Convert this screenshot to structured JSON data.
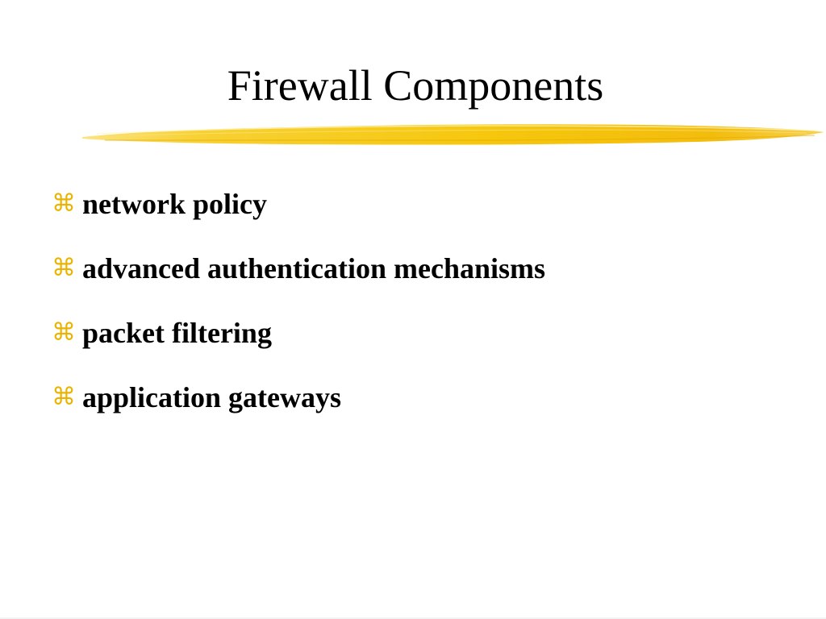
{
  "slide": {
    "title": "Firewall Components",
    "bullet_icon": "place-of-interest-sign",
    "bullet_char": "⌘",
    "bullet_color": "#e8b400",
    "underline_color": "#f5c400",
    "bullets": [
      {
        "text": "network policy"
      },
      {
        "text": "advanced authentication mechanisms"
      },
      {
        "text": "packet filtering"
      },
      {
        "text": "application gateways"
      }
    ]
  }
}
